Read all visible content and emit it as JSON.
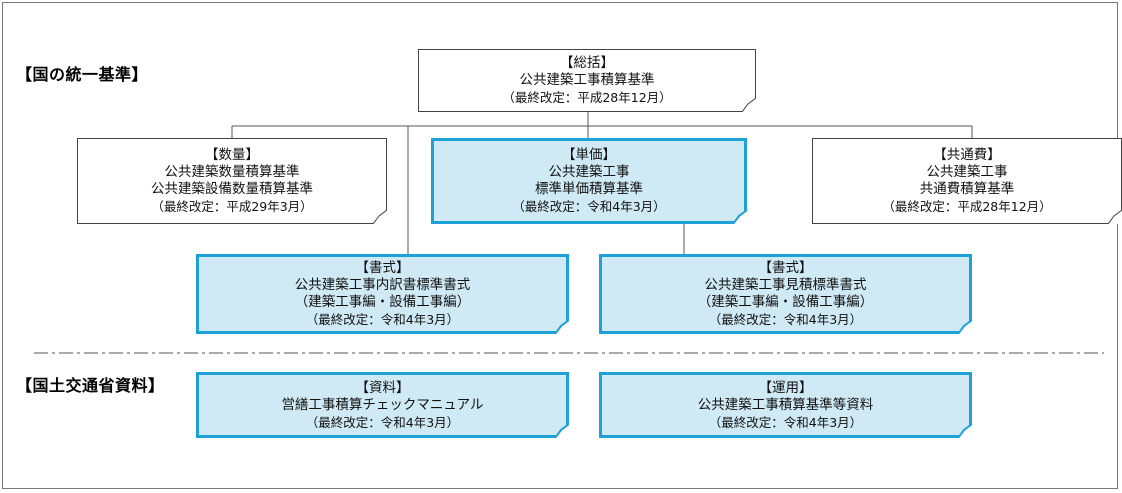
{
  "sections": {
    "national": "【国の統一基準】",
    "mlit": "【国土交通省資料】"
  },
  "nodes": {
    "overview": {
      "category": "【総括】",
      "lines": [
        "公共建築工事積算基準"
      ],
      "revision": "（最終改定：平成28年12月）"
    },
    "quantity": {
      "category": "【数量】",
      "lines": [
        "公共建築数量積算基準",
        "公共建築設備数量積算基準"
      ],
      "revision": "（最終改定：平成29年3月）"
    },
    "unit_price": {
      "category": "【単価】",
      "lines": [
        "公共建築工事",
        "標準単価積算基準"
      ],
      "revision": "（最終改定：令和4年3月）"
    },
    "common_cost": {
      "category": "【共通費】",
      "lines": [
        "公共建築工事",
        "共通費積算基準"
      ],
      "revision": "（最終改定：平成28年12月）"
    },
    "format_breakdown": {
      "category": "【書式】",
      "lines": [
        "公共建築工事内訳書標準書式",
        "（建築工事編・設備工事編）"
      ],
      "revision": "（最終改定：令和4年3月）"
    },
    "format_estimate": {
      "category": "【書式】",
      "lines": [
        "公共建築工事見積標準書式",
        "（建築工事編・設備工事編）"
      ],
      "revision": "（最終改定：令和4年3月）"
    },
    "material_checklist": {
      "category": "【資料】",
      "lines": [
        "営繕工事積算チェックマニュアル"
      ],
      "revision": "（最終改定：令和4年3月）"
    },
    "operation": {
      "category": "【運用】",
      "lines": [
        "公共建築工事積算基準等資料"
      ],
      "revision": "（最終改定：令和4年3月）"
    }
  },
  "colors": {
    "highlight_fill": "#cfe9f5",
    "highlight_border": "#1ea0d8",
    "plain_border": "#444444",
    "connector": "#555555"
  }
}
